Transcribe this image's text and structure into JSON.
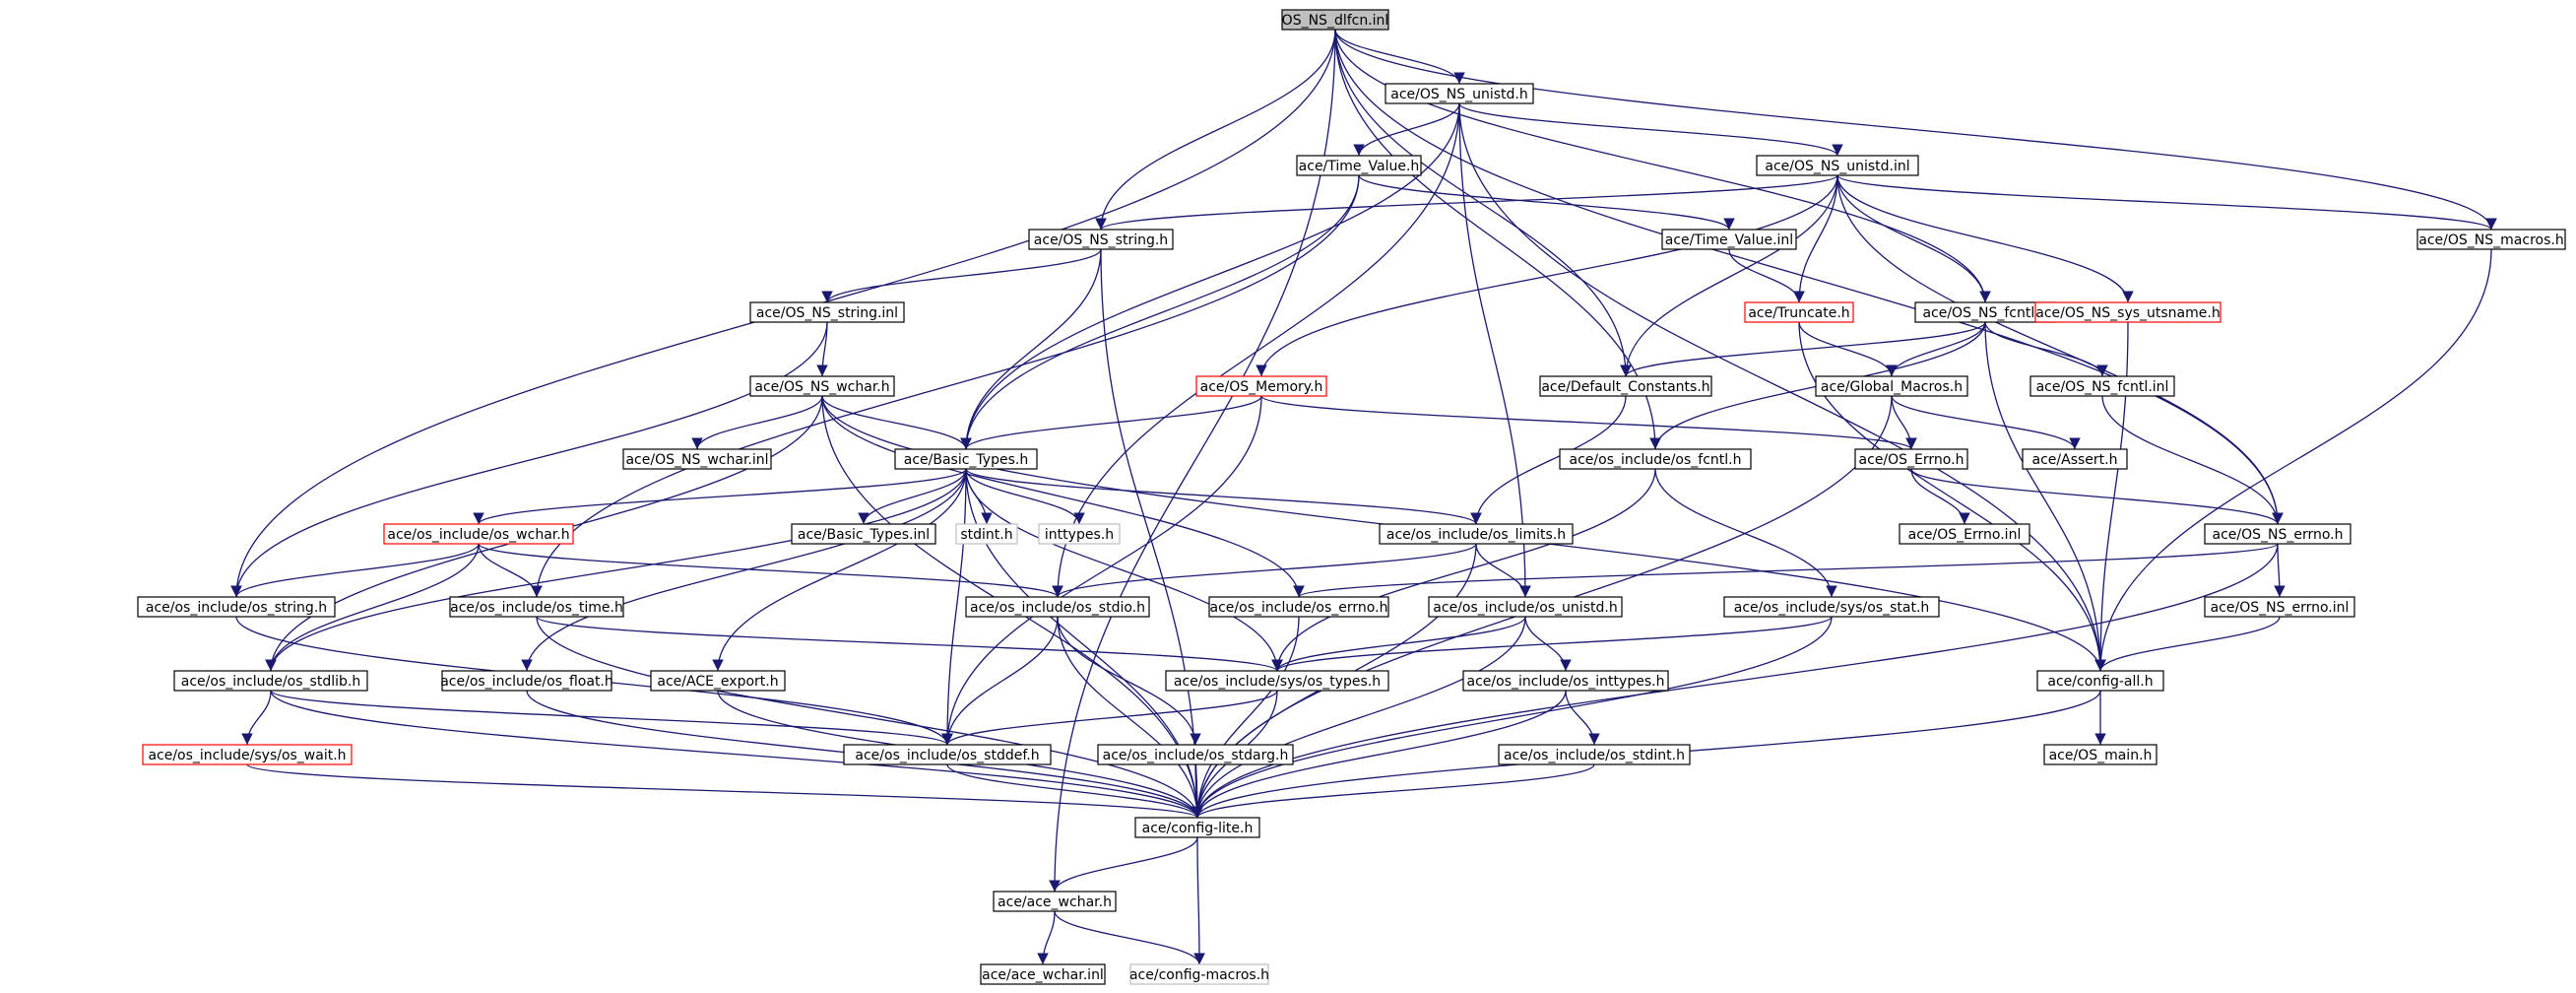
{
  "colors": {
    "edge": "#191970",
    "node_border": "#000000",
    "root_fill": "#bfbfbf",
    "highlight_border": "#ff0000",
    "leaf_border": "#bfbfbf",
    "node_fill": "#ffffff"
  },
  "nodes": [
    {
      "id": "root",
      "label": "OS_NS_dlfcn.inl",
      "style": "root"
    },
    {
      "id": "unistd_h",
      "label": "ace/OS_NS_unistd.h",
      "style": "normal"
    },
    {
      "id": "time_value_h",
      "label": "ace/Time_Value.h",
      "style": "normal"
    },
    {
      "id": "unistd_inl",
      "label": "ace/OS_NS_unistd.inl",
      "style": "normal"
    },
    {
      "id": "string_h",
      "label": "ace/OS_NS_string.h",
      "style": "normal"
    },
    {
      "id": "time_value_inl",
      "label": "ace/Time_Value.inl",
      "style": "normal"
    },
    {
      "id": "macros_h",
      "label": "ace/OS_NS_macros.h",
      "style": "normal"
    },
    {
      "id": "string_inl",
      "label": "ace/OS_NS_string.inl",
      "style": "normal"
    },
    {
      "id": "truncate_h",
      "label": "ace/Truncate.h",
      "style": "highlight"
    },
    {
      "id": "fcntl_h",
      "label": "ace/OS_NS_fcntl.h",
      "style": "normal"
    },
    {
      "id": "sys_utsname_h",
      "label": "ace/OS_NS_sys_utsname.h",
      "style": "highlight"
    },
    {
      "id": "wchar_h",
      "label": "ace/OS_NS_wchar.h",
      "style": "normal"
    },
    {
      "id": "os_memory_h",
      "label": "ace/OS_Memory.h",
      "style": "highlight"
    },
    {
      "id": "default_constants_h",
      "label": "ace/Default_Constants.h",
      "style": "normal"
    },
    {
      "id": "global_macros_h",
      "label": "ace/Global_Macros.h",
      "style": "normal"
    },
    {
      "id": "fcntl_inl",
      "label": "ace/OS_NS_fcntl.inl",
      "style": "normal"
    },
    {
      "id": "wchar_inl",
      "label": "ace/OS_NS_wchar.inl",
      "style": "normal"
    },
    {
      "id": "basic_types_h",
      "label": "ace/Basic_Types.h",
      "style": "normal"
    },
    {
      "id": "os_include_fcntl_h",
      "label": "ace/os_include/os_fcntl.h",
      "style": "normal"
    },
    {
      "id": "os_errno_h_cls",
      "label": "ace/OS_Errno.h",
      "style": "normal"
    },
    {
      "id": "assert_h",
      "label": "ace/Assert.h",
      "style": "normal"
    },
    {
      "id": "os_include_wchar_h",
      "label": "ace/os_include/os_wchar.h",
      "style": "highlight"
    },
    {
      "id": "basic_types_inl",
      "label": "ace/Basic_Types.inl",
      "style": "normal"
    },
    {
      "id": "stdint_h",
      "label": "stdint.h",
      "style": "leaf"
    },
    {
      "id": "inttypes_h",
      "label": "inttypes.h",
      "style": "leaf"
    },
    {
      "id": "os_limits_h",
      "label": "ace/os_include/os_limits.h",
      "style": "normal"
    },
    {
      "id": "os_errno_inl_cls",
      "label": "ace/OS_Errno.inl",
      "style": "normal"
    },
    {
      "id": "os_ns_errno_h",
      "label": "ace/OS_NS_errno.h",
      "style": "normal"
    },
    {
      "id": "os_string_h",
      "label": "ace/os_include/os_string.h",
      "style": "normal"
    },
    {
      "id": "os_time_h",
      "label": "ace/os_include/os_time.h",
      "style": "normal"
    },
    {
      "id": "os_stdio_h",
      "label": "ace/os_include/os_stdio.h",
      "style": "normal"
    },
    {
      "id": "os_errno_h",
      "label": "ace/os_include/os_errno.h",
      "style": "normal"
    },
    {
      "id": "os_unistd_h",
      "label": "ace/os_include/os_unistd.h",
      "style": "normal"
    },
    {
      "id": "sys_os_stat_h",
      "label": "ace/os_include/sys/os_stat.h",
      "style": "normal"
    },
    {
      "id": "os_ns_errno_inl",
      "label": "ace/OS_NS_errno.inl",
      "style": "normal"
    },
    {
      "id": "os_stdlib_h",
      "label": "ace/os_include/os_stdlib.h",
      "style": "normal"
    },
    {
      "id": "os_float_h",
      "label": "ace/os_include/os_float.h",
      "style": "normal"
    },
    {
      "id": "ace_export_h",
      "label": "ace/ACE_export.h",
      "style": "normal"
    },
    {
      "id": "sys_os_types_h",
      "label": "ace/os_include/sys/os_types.h",
      "style": "normal"
    },
    {
      "id": "os_inttypes_h",
      "label": "ace/os_include/os_inttypes.h",
      "style": "normal"
    },
    {
      "id": "config_all_h",
      "label": "ace/config-all.h",
      "style": "normal"
    },
    {
      "id": "sys_os_wait_h",
      "label": "ace/os_include/sys/os_wait.h",
      "style": "highlight"
    },
    {
      "id": "os_stddef_h",
      "label": "ace/os_include/os_stddef.h",
      "style": "normal"
    },
    {
      "id": "os_stdarg_h",
      "label": "ace/os_include/os_stdarg.h",
      "style": "normal"
    },
    {
      "id": "os_stdint_h",
      "label": "ace/os_include/os_stdint.h",
      "style": "normal"
    },
    {
      "id": "os_main_h",
      "label": "ace/OS_main.h",
      "style": "normal"
    },
    {
      "id": "config_lite_h",
      "label": "ace/config-lite.h",
      "style": "normal"
    },
    {
      "id": "ace_wchar_h",
      "label": "ace/ace_wchar.h",
      "style": "normal"
    },
    {
      "id": "ace_wchar_inl",
      "label": "ace/ace_wchar.inl",
      "style": "normal"
    },
    {
      "id": "config_macros_h",
      "label": "ace/config-macros.h",
      "style": "leaf"
    }
  ],
  "edges": [
    [
      "root",
      "unistd_h"
    ],
    [
      "root",
      "string_h"
    ],
    [
      "root",
      "os_string_h"
    ],
    [
      "root",
      "default_constants_h"
    ],
    [
      "root",
      "fcntl_h"
    ],
    [
      "root",
      "macros_h"
    ],
    [
      "root",
      "os_ns_errno_h"
    ],
    [
      "root",
      "os_include_fcntl_h"
    ],
    [
      "root",
      "ace_wchar_h"
    ],
    [
      "unistd_h",
      "time_value_h"
    ],
    [
      "unistd_h",
      "unistd_inl"
    ],
    [
      "unistd_h",
      "basic_types_h"
    ],
    [
      "unistd_h",
      "os_stdio_h"
    ],
    [
      "unistd_h",
      "os_unistd_h"
    ],
    [
      "unistd_h",
      "config_all_h"
    ],
    [
      "time_value_h",
      "time_value_inl"
    ],
    [
      "time_value_h",
      "basic_types_h"
    ],
    [
      "time_value_h",
      "os_time_h"
    ],
    [
      "unistd_inl",
      "string_h"
    ],
    [
      "unistd_inl",
      "truncate_h"
    ],
    [
      "unistd_inl",
      "fcntl_h"
    ],
    [
      "unistd_inl",
      "sys_utsname_h"
    ],
    [
      "unistd_inl",
      "macros_h"
    ],
    [
      "unistd_inl",
      "os_memory_h"
    ],
    [
      "unistd_inl",
      "default_constants_h"
    ],
    [
      "unistd_inl",
      "os_ns_errno_h"
    ],
    [
      "string_h",
      "string_inl"
    ],
    [
      "string_h",
      "basic_types_h"
    ],
    [
      "string_h",
      "config_lite_h"
    ],
    [
      "time_value_inl",
      "truncate_h"
    ],
    [
      "macros_h",
      "config_all_h"
    ],
    [
      "string_inl",
      "wchar_h"
    ],
    [
      "string_inl",
      "os_string_h"
    ],
    [
      "truncate_h",
      "global_macros_h"
    ],
    [
      "truncate_h",
      "config_all_h"
    ],
    [
      "fcntl_h",
      "default_constants_h"
    ],
    [
      "fcntl_h",
      "global_macros_h"
    ],
    [
      "fcntl_h",
      "fcntl_inl"
    ],
    [
      "fcntl_h",
      "os_include_fcntl_h"
    ],
    [
      "fcntl_h",
      "config_all_h"
    ],
    [
      "sys_utsname_h",
      "config_all_h"
    ],
    [
      "wchar_h",
      "wchar_inl"
    ],
    [
      "wchar_h",
      "basic_types_h"
    ],
    [
      "wchar_h",
      "os_errno_h"
    ],
    [
      "wchar_h",
      "os_stdlib_h"
    ],
    [
      "wchar_h",
      "config_all_h"
    ],
    [
      "wchar_h",
      "config_lite_h"
    ],
    [
      "os_memory_h",
      "basic_types_h"
    ],
    [
      "os_memory_h",
      "os_errno_h_cls"
    ],
    [
      "os_memory_h",
      "os_stddef_h"
    ],
    [
      "default_constants_h",
      "os_limits_h"
    ],
    [
      "global_macros_h",
      "os_errno_h_cls"
    ],
    [
      "global_macros_h",
      "assert_h"
    ],
    [
      "global_macros_h",
      "config_lite_h"
    ],
    [
      "fcntl_inl",
      "os_ns_errno_h"
    ],
    [
      "basic_types_h",
      "os_include_wchar_h"
    ],
    [
      "basic_types_h",
      "basic_types_inl"
    ],
    [
      "basic_types_h",
      "stdint_h"
    ],
    [
      "basic_types_h",
      "inttypes_h"
    ],
    [
      "basic_types_h",
      "os_limits_h"
    ],
    [
      "basic_types_h",
      "os_float_h"
    ],
    [
      "basic_types_h",
      "ace_export_h"
    ],
    [
      "basic_types_h",
      "os_stddef_h"
    ],
    [
      "basic_types_h",
      "sys_os_types_h"
    ],
    [
      "basic_types_h",
      "os_stdlib_h"
    ],
    [
      "basic_types_h",
      "config_lite_h"
    ],
    [
      "os_include_fcntl_h",
      "sys_os_stat_h"
    ],
    [
      "os_include_fcntl_h",
      "sys_os_types_h"
    ],
    [
      "os_errno_h_cls",
      "os_errno_inl_cls"
    ],
    [
      "os_errno_h_cls",
      "os_ns_errno_h"
    ],
    [
      "os_include_wchar_h",
      "os_string_h"
    ],
    [
      "os_include_wchar_h",
      "os_time_h"
    ],
    [
      "os_include_wchar_h",
      "os_stdio_h"
    ],
    [
      "os_include_wchar_h",
      "os_stdlib_h"
    ],
    [
      "os_limits_h",
      "os_stdio_h"
    ],
    [
      "os_limits_h",
      "os_unistd_h"
    ],
    [
      "os_limits_h",
      "config_lite_h"
    ],
    [
      "os_ns_errno_h",
      "os_errno_h"
    ],
    [
      "os_ns_errno_h",
      "os_ns_errno_inl"
    ],
    [
      "os_ns_errno_h",
      "config_lite_h"
    ],
    [
      "os_string_h",
      "os_stddef_h"
    ],
    [
      "os_time_h",
      "sys_os_types_h"
    ],
    [
      "os_time_h",
      "config_lite_h"
    ],
    [
      "os_stdio_h",
      "os_stddef_h"
    ],
    [
      "os_stdio_h",
      "os_stdarg_h"
    ],
    [
      "os_stdio_h",
      "config_lite_h"
    ],
    [
      "os_errno_h",
      "config_lite_h"
    ],
    [
      "os_unistd_h",
      "sys_os_types_h"
    ],
    [
      "os_unistd_h",
      "os_inttypes_h"
    ],
    [
      "os_unistd_h",
      "config_lite_h"
    ],
    [
      "sys_os_stat_h",
      "sys_os_types_h"
    ],
    [
      "sys_os_stat_h",
      "config_lite_h"
    ],
    [
      "os_ns_errno_inl",
      "config_all_h"
    ],
    [
      "os_stdlib_h",
      "sys_os_wait_h"
    ],
    [
      "os_stdlib_h",
      "os_stddef_h"
    ],
    [
      "os_stdlib_h",
      "config_lite_h"
    ],
    [
      "os_float_h",
      "config_lite_h"
    ],
    [
      "ace_export_h",
      "config_lite_h"
    ],
    [
      "sys_os_types_h",
      "os_stddef_h"
    ],
    [
      "sys_os_types_h",
      "config_lite_h"
    ],
    [
      "os_inttypes_h",
      "os_stdint_h"
    ],
    [
      "os_inttypes_h",
      "config_lite_h"
    ],
    [
      "config_all_h",
      "os_main_h"
    ],
    [
      "config_all_h",
      "config_lite_h"
    ],
    [
      "sys_os_wait_h",
      "config_lite_h"
    ],
    [
      "os_stddef_h",
      "config_lite_h"
    ],
    [
      "os_stdarg_h",
      "config_lite_h"
    ],
    [
      "os_stdint_h",
      "config_lite_h"
    ],
    [
      "config_lite_h",
      "ace_wchar_h"
    ],
    [
      "config_lite_h",
      "config_macros_h"
    ],
    [
      "ace_wchar_h",
      "ace_wchar_inl"
    ],
    [
      "ace_wchar_h",
      "config_macros_h"
    ]
  ]
}
